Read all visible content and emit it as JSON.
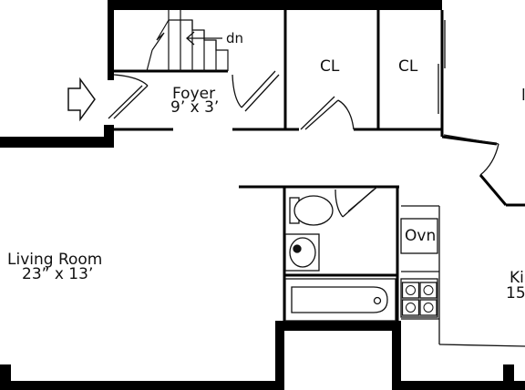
{
  "plan": {
    "stair_label": "dn",
    "foyer": {
      "name": "Foyer",
      "dims": "9’ x 3’"
    },
    "closet_1": "CL",
    "closet_2": "CL",
    "living_room": {
      "name": "Living Room",
      "dims": "23” x 13’"
    },
    "oven": "Ovn",
    "kitchen": {
      "name": "Ki",
      "dims": "15"
    },
    "cropped_right_letter": "l"
  },
  "colors": {
    "wall": "#000000",
    "line": "#111111",
    "background": "#ffffff"
  },
  "icons": [
    "entry-arrow-icon",
    "stair-arrow-icon",
    "toilet-icon",
    "sink-icon",
    "bathtub-icon",
    "stove-burner-icon"
  ]
}
